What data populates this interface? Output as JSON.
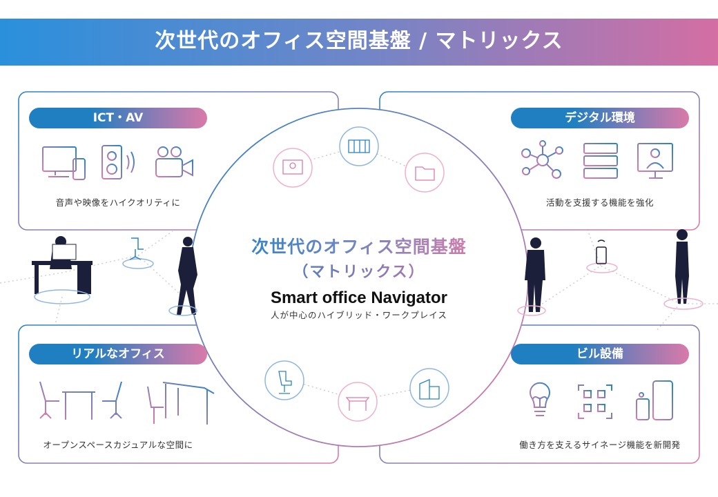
{
  "banner": {
    "title": "次世代のオフィス空間基盤 / マトリックス"
  },
  "center": {
    "title": "次世代のオフィス空間基盤",
    "subtitle": "（マトリックス）",
    "product": "Smart office Navigator",
    "tagline": "人が中心のハイブリッド・ワークプレイス"
  },
  "panels": [
    {
      "label": "ICT・AV",
      "caption": "音声や映像をハイクオリティに",
      "icons": [
        "monitor-phone-icon",
        "speaker-icon",
        "video-camera-icon"
      ]
    },
    {
      "label": "デジタル環境",
      "caption": "活動を支援する機能を強化",
      "icons": [
        "network-icon",
        "server-icon",
        "video-conference-icon"
      ]
    },
    {
      "label": "リアルなオフィス",
      "caption": "オープンスペースカジュアルな空間に",
      "icons": [
        "meeting-table-icon",
        "desk-chair-icon"
      ]
    },
    {
      "label": "ビル設備",
      "caption": "働き方を支えるサイネージ機能を新開発",
      "icons": [
        "lightbulb-icon",
        "qr-code-icon",
        "smart-lock-icon"
      ]
    }
  ],
  "colors": {
    "blue": "#2a90dc",
    "pink": "#d46ea3",
    "dark": "#1b1f3a"
  }
}
